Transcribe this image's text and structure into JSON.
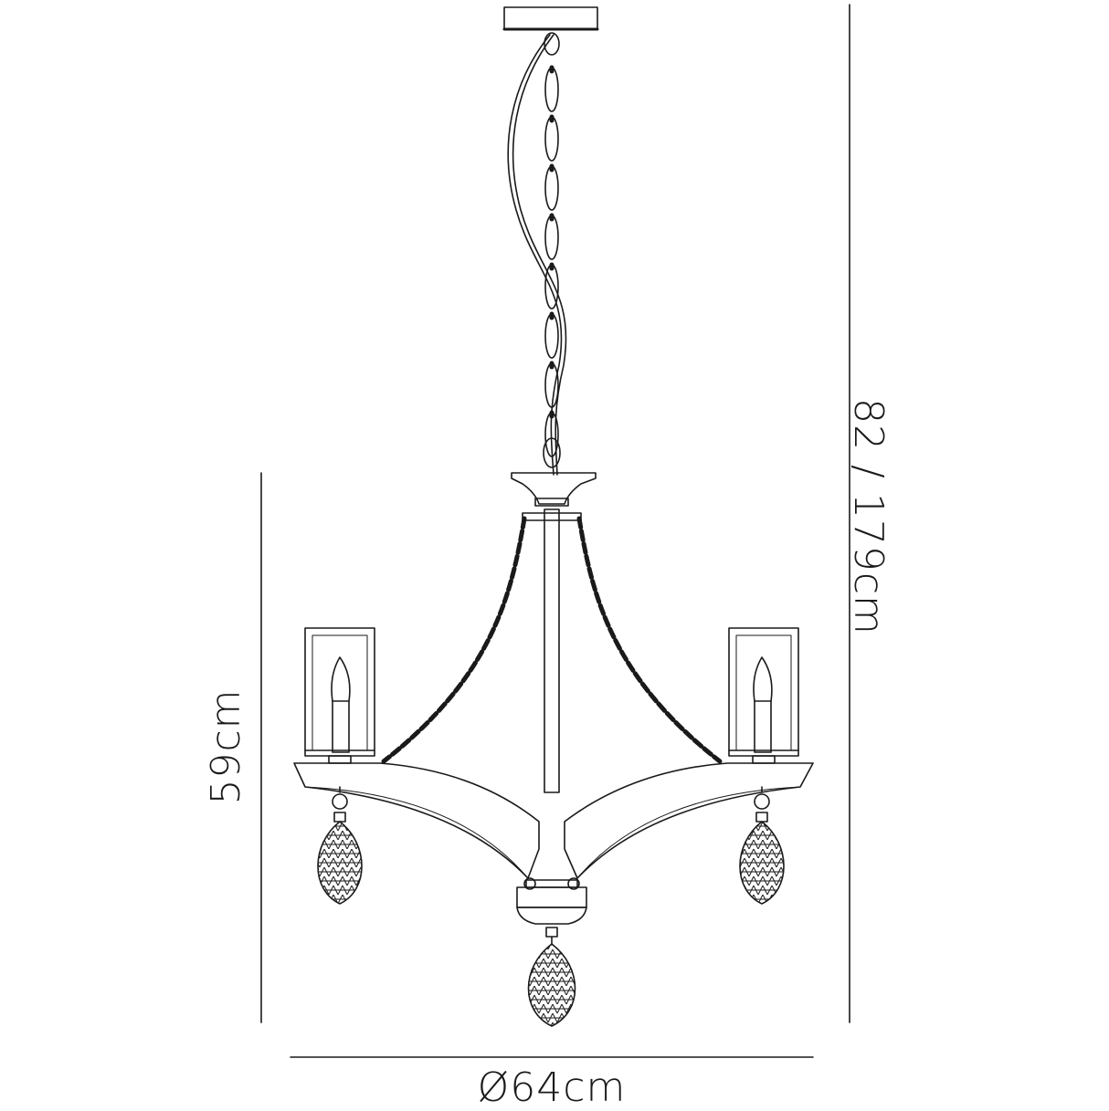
{
  "dimensions": {
    "height_label": "59cm",
    "drop_label": "82 / 179cm",
    "diameter_label": "Ø64cm"
  },
  "colors": {
    "line": "#1a1a1a",
    "background": "#ffffff"
  }
}
